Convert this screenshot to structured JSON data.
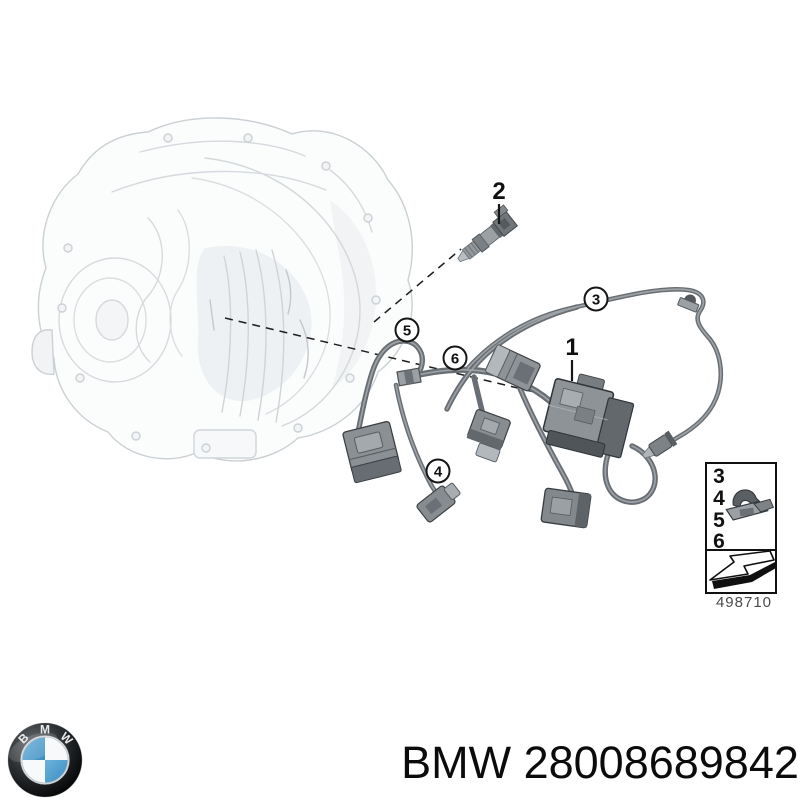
{
  "image_type": "parts-catalog-diagram",
  "footer": {
    "label": "BMW 28008689842"
  },
  "logo": {
    "letters": [
      "B",
      "M",
      "W"
    ],
    "icon": "bmw-roundel"
  },
  "callouts": {
    "c1": "1",
    "c2": "2",
    "c3": "3",
    "c4": "4",
    "c5": "5",
    "c6": "6"
  },
  "legend": {
    "items": [
      "3",
      "4",
      "5",
      "6"
    ],
    "code": "498710",
    "icons": {
      "fastener": "cable-clip",
      "arrow": "removal-direction-arrow"
    }
  },
  "colors": {
    "background": "#ffffff",
    "line": "#1a1a1a",
    "ghost": "#d3d8db",
    "wire": "#686e73",
    "wire_highlight": "#a3a8ac",
    "connector": "#8d9397",
    "connector_dark": "#5d6367",
    "legend_code": "#4a4a4a",
    "bmw_blue": "#4d9ecf"
  }
}
